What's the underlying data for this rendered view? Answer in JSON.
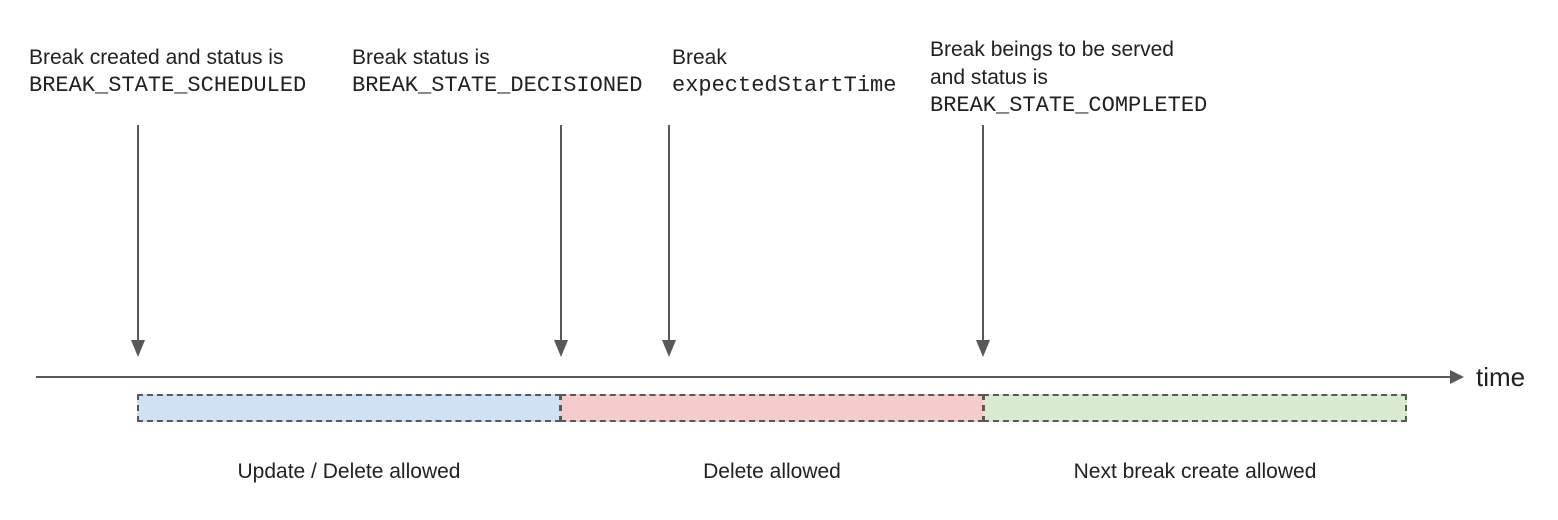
{
  "annotations": {
    "scheduled": {
      "line1": "Break created and status is",
      "code": "BREAK_STATE_SCHEDULED"
    },
    "decisioned": {
      "line1": "Break status is",
      "code": "BREAK_STATE_DECISIONED"
    },
    "expected_start": {
      "line1": "Break",
      "code": "expectedStartTime"
    },
    "completed": {
      "line1": "Break beings to be served",
      "line2": "and status is",
      "code": "BREAK_STATE_COMPLETED"
    }
  },
  "timeline": {
    "axis_label": "time"
  },
  "segments": [
    {
      "label": "Update / Delete allowed",
      "color": "#cfe2f3"
    },
    {
      "label": "Delete allowed",
      "color": "#f4cccc"
    },
    {
      "label": "Next break create allowed",
      "color": "#d9ead3"
    }
  ],
  "colors": {
    "arrow": "#595959",
    "segment_border": "#595959",
    "text": "#202124"
  }
}
